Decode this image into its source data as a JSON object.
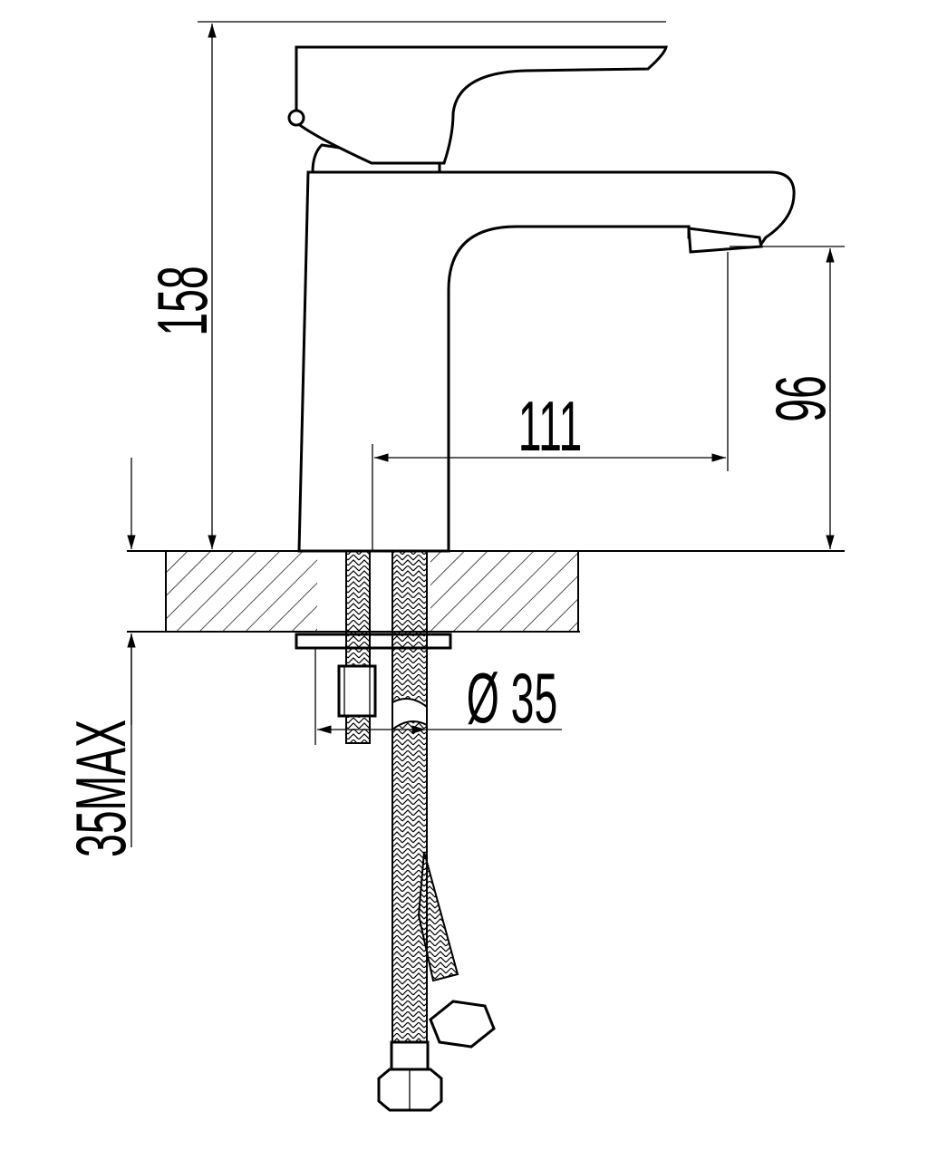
{
  "drawing": {
    "title_hidden": "",
    "dimensions": {
      "total_height": "158",
      "spout_reach": "111",
      "spout_height": "96",
      "hole_diameter": "Ø 35",
      "max_deck_thickness": "35MAX"
    },
    "colors": {
      "line": "#000000",
      "background": "#ffffff"
    }
  }
}
